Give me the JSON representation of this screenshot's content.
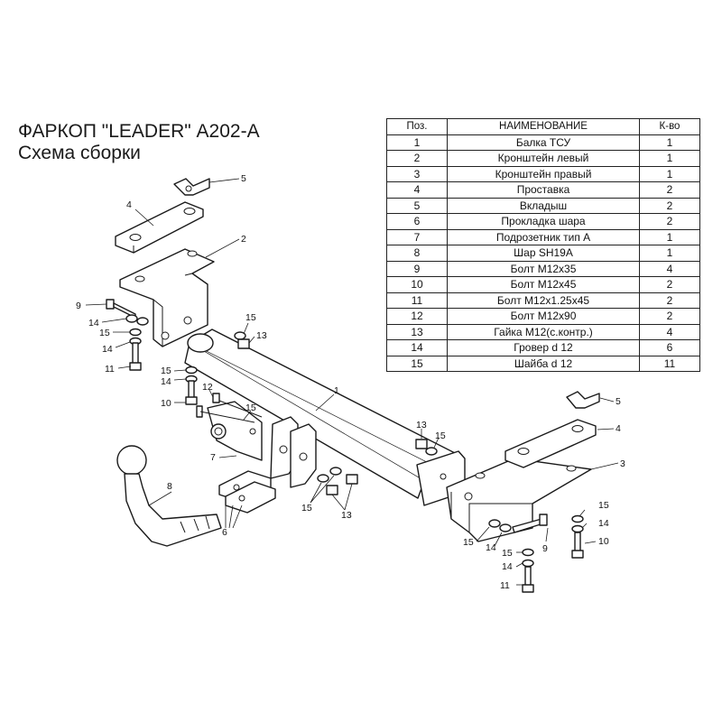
{
  "title": {
    "main": "ФАРКОП \"LEADER\" А202-А",
    "sub": "Схема сборки"
  },
  "table": {
    "headers": [
      "Поз.",
      "НАИМЕНОВАНИЕ",
      "К-во"
    ],
    "rows": [
      {
        "pos": "1",
        "name": "Балка ТСУ",
        "qty": "1"
      },
      {
        "pos": "2",
        "name": "Кронштейн левый",
        "qty": "1"
      },
      {
        "pos": "3",
        "name": "Кронштейн правый",
        "qty": "1"
      },
      {
        "pos": "4",
        "name": "Проставка",
        "qty": "2"
      },
      {
        "pos": "5",
        "name": "Вкладыш",
        "qty": "2"
      },
      {
        "pos": "6",
        "name": "Прокладка шара",
        "qty": "2"
      },
      {
        "pos": "7",
        "name": "Подрозетник тип А",
        "qty": "1"
      },
      {
        "pos": "8",
        "name": "Шар SH19A",
        "qty": "1"
      },
      {
        "pos": "9",
        "name": "Болт М12х35",
        "qty": "4"
      },
      {
        "pos": "10",
        "name": "Болт М12х45",
        "qty": "2"
      },
      {
        "pos": "11",
        "name": "Болт М12х1.25х45",
        "qty": "2"
      },
      {
        "pos": "12",
        "name": "Болт М12х90",
        "qty": "2"
      },
      {
        "pos": "13",
        "name": "Гайка М12(с.контр.)",
        "qty": "4"
      },
      {
        "pos": "14",
        "name": "Гровер d 12",
        "qty": "6"
      },
      {
        "pos": "15",
        "name": "Шайба d 12",
        "qty": "11"
      }
    ]
  },
  "callouts": {
    "n1": "1",
    "n2": "2",
    "n3": "3",
    "n4a": "4",
    "n4b": "4",
    "n5a": "5",
    "n5b": "5",
    "n6": "6",
    "n7": "7",
    "n8": "8",
    "n9a": "9",
    "n9b": "9",
    "n10a": "10",
    "n10b": "10",
    "n11a": "11",
    "n11b": "11",
    "n12": "12",
    "n13a": "13",
    "n13b": "13",
    "n13c": "13",
    "n14a": "14",
    "n14b": "14",
    "n14c": "14",
    "n14d": "14",
    "n14e": "14",
    "n15a": "15",
    "n15b": "15",
    "n15c": "15",
    "n15d": "15",
    "n15e": "15",
    "n15f": "15",
    "n15g": "15",
    "n15h": "15",
    "n15i": "15"
  }
}
